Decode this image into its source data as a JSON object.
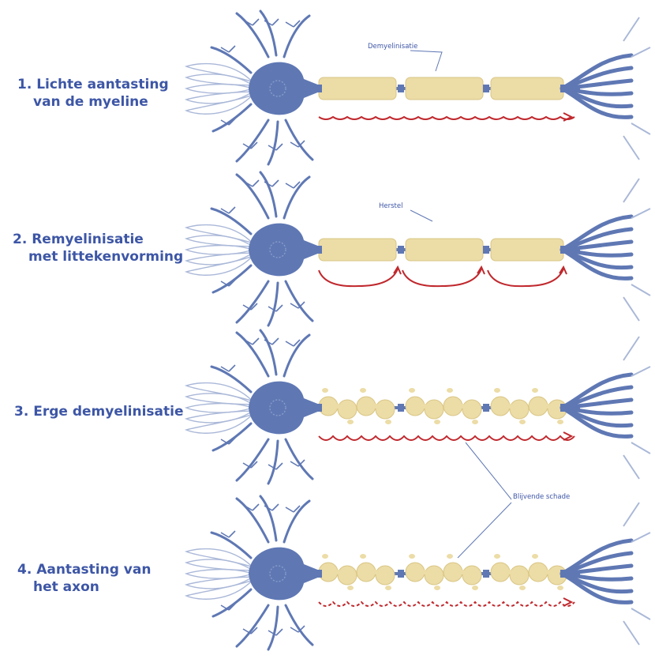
{
  "colors": {
    "neuron": "#5f78b4",
    "dendrite_light": "#aab8d8",
    "myelin": "#ecdca6",
    "myelin_edge": "#d9c685",
    "signal": "#c0282d",
    "label": "#3d56a6"
  },
  "stages": [
    {
      "line1": "1. Lichte aantasting",
      "line2": "van de myeline"
    },
    {
      "line1": "2. Remyelinisatie",
      "line2": "met littekenvorming"
    },
    {
      "line1": "3. Erge demyelinisatie",
      "line2": ""
    },
    {
      "line1": "4. Aantasting van",
      "line2": "het axon"
    }
  ],
  "callouts": {
    "demyelination": "Demyelinisatie",
    "repair": "Herstel",
    "permanent_damage": "Blijvende schade"
  }
}
